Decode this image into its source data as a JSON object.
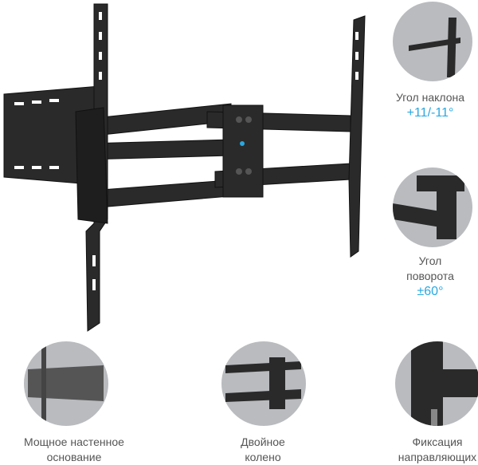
{
  "features": {
    "tilt": {
      "line1": "Угол наклона",
      "value": "+11/-11°"
    },
    "swivel": {
      "line1": "Угол",
      "line2": "поворота",
      "value": "±60°"
    },
    "wall_plate": {
      "line1": "Мощное настенное",
      "line2": "основание"
    },
    "double_arm": {
      "line1": "Двойное",
      "line2": "колено"
    },
    "rail_lock": {
      "line1": "Фиксация",
      "line2": "направляющих"
    }
  },
  "colors": {
    "accent": "#29a8e0",
    "text": "#555555",
    "circle_bg": "#b9bbbe",
    "metal": "#2b2b2b"
  }
}
